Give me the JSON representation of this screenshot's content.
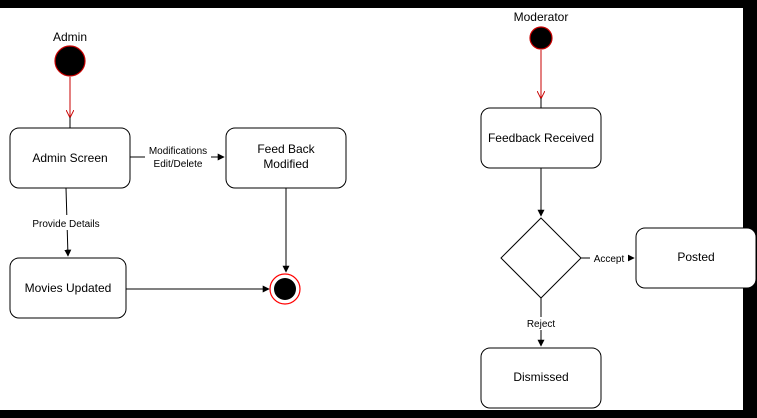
{
  "diagram": {
    "left": {
      "start_label": "Admin",
      "admin_screen": "Admin Screen",
      "feedback_modified_line1": "Feed Back",
      "feedback_modified_line2": "Modified",
      "movies_updated": "Movies Updated",
      "edge_modifications_line1": "Modifications",
      "edge_modifications_line2": "Edit/Delete",
      "edge_provide_details": "Provide Details"
    },
    "right": {
      "start_label": "Moderator",
      "feedback_received": "Feedback Received",
      "posted": "Posted",
      "dismissed": "Dismissed",
      "edge_accept": "Accept",
      "edge_reject": "Reject"
    }
  },
  "colors": {
    "background": "#000000",
    "canvas": "#ffffff",
    "node_fill": "#ffffff",
    "stroke": "#000000",
    "start_stroke": "#c80000",
    "start_arrow": "#c80000",
    "end_ring": "#ff0000"
  }
}
